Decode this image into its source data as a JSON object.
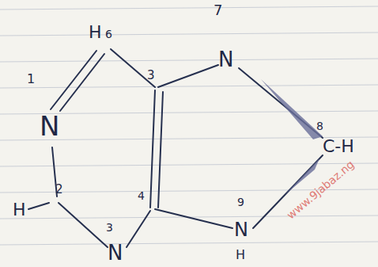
{
  "diagram": {
    "labels": [
      "H",
      "6",
      "1",
      "N",
      "2",
      "H",
      "N",
      "3",
      "3",
      "4",
      "7",
      "N",
      "8",
      "C-H",
      "9",
      "N",
      "H",
      "www.9jabaz.ng"
    ]
  }
}
